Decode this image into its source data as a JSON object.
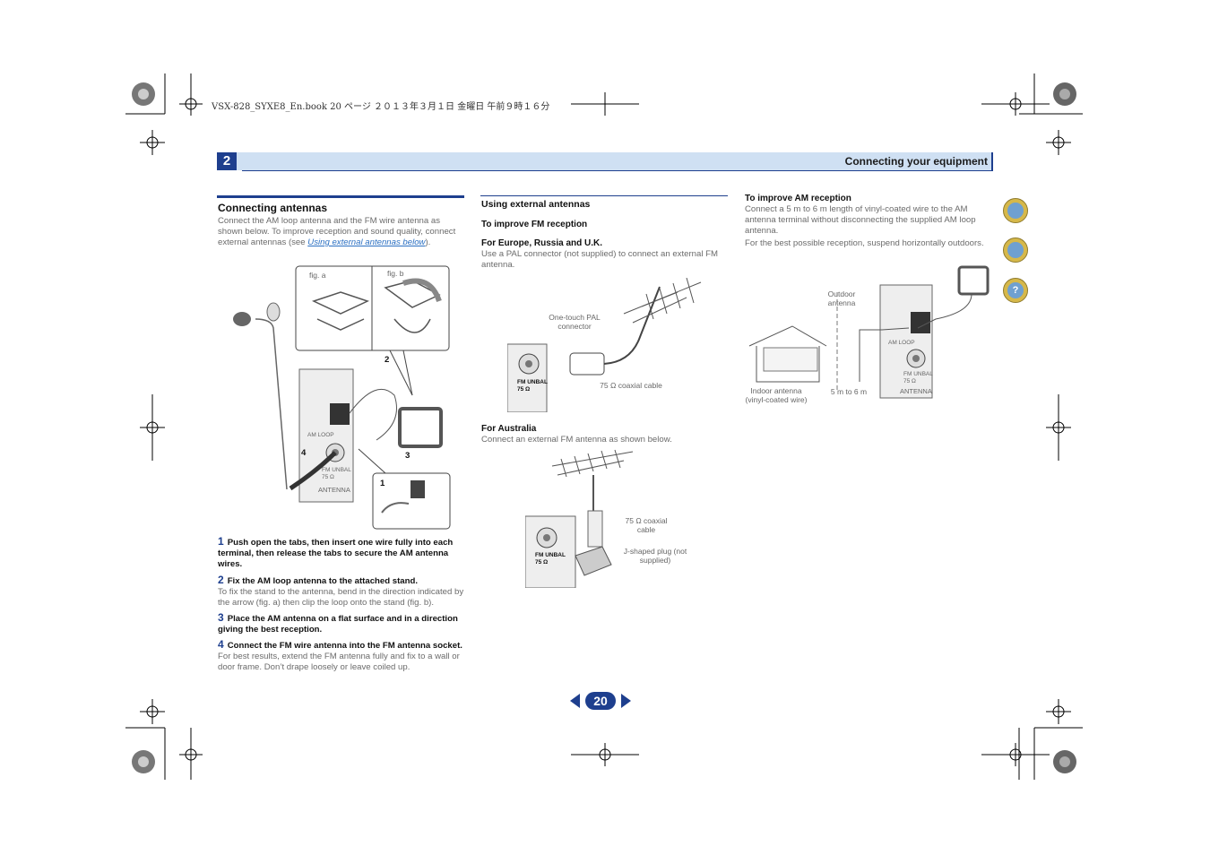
{
  "print_header": "VSX-828_SYXE8_En.book   20 ページ   ２０１３年３月１日   金曜日   午前９時１６分",
  "chapter": {
    "number": "2",
    "title": "Connecting your equipment"
  },
  "left": {
    "heading": "Connecting antennas",
    "intro_pre": "Connect the AM loop antenna and the FM wire antenna as shown below. To improve reception and sound quality, connect external antennas (see ",
    "intro_link": "Using external antennas below",
    "intro_post": ").",
    "fig_labels": {
      "fig_a": "fig. a",
      "fig_b": "fig. b",
      "am_loop": "AM LOOP",
      "fm_unbal": "FM UNBAL",
      "ohm": "75 Ω",
      "antenna": "ANTENNA",
      "c1": "1",
      "c2": "2",
      "c3": "3",
      "c4": "4"
    },
    "steps": [
      {
        "n": "1",
        "title": "Push open the tabs, then insert one wire fully into each terminal, then release the tabs to secure the AM antenna wires.",
        "body": ""
      },
      {
        "n": "2",
        "title": "Fix the AM loop antenna to the attached stand.",
        "body": "To fix the stand to the antenna, bend in the direction indicated by the arrow (fig. a) then clip the loop onto the stand (fig. b)."
      },
      {
        "n": "3",
        "title": "Place the AM antenna on a flat surface and in a direction giving the best reception.",
        "body": ""
      },
      {
        "n": "4",
        "title": "Connect the FM wire antenna into the FM antenna socket.",
        "body": "For best results, extend the FM antenna fully and fix to a wall or door frame. Don’t drape loosely or leave coiled up."
      }
    ]
  },
  "middle": {
    "heading": "Using external antennas",
    "sub": "To improve FM reception",
    "eu_heading": "For Europe, Russia and U.K.",
    "eu_body": "Use a PAL connector (not supplied) to connect an external FM antenna.",
    "eu_fig": {
      "connector": "One-touch PAL connector",
      "cable": "75 Ω coaxial cable",
      "fm_unbal": "FM UNBAL",
      "ohm": "75 Ω"
    },
    "au_heading": "For Australia",
    "au_body": "Connect an external FM antenna as shown below.",
    "au_fig": {
      "cable": "75 Ω coaxial cable",
      "plug": "J-shaped plug (not supplied)",
      "fm_unbal": "FM UNBAL",
      "ohm": "75 Ω"
    }
  },
  "right": {
    "heading": "To improve AM reception",
    "p1": "Connect a 5 m to 6 m length of vinyl-coated wire to the AM antenna terminal without disconnecting the supplied AM loop antenna.",
    "p2": "For the best possible reception, suspend horizontally outdoors.",
    "fig": {
      "outdoor": "Outdoor antenna",
      "indoor": "Indoor antenna (vinyl-coated wire)",
      "length": "5 m to 6 m",
      "am_loop": "AM LOOP",
      "fm_unbal": "FM UNBAL",
      "ohm": "75 Ω",
      "antenna": "ANTENNA"
    }
  },
  "side_icons": [
    {
      "name": "book-icon"
    },
    {
      "name": "remote-icon"
    },
    {
      "name": "help-icon",
      "glyph": "?"
    }
  ],
  "page_number": "20"
}
